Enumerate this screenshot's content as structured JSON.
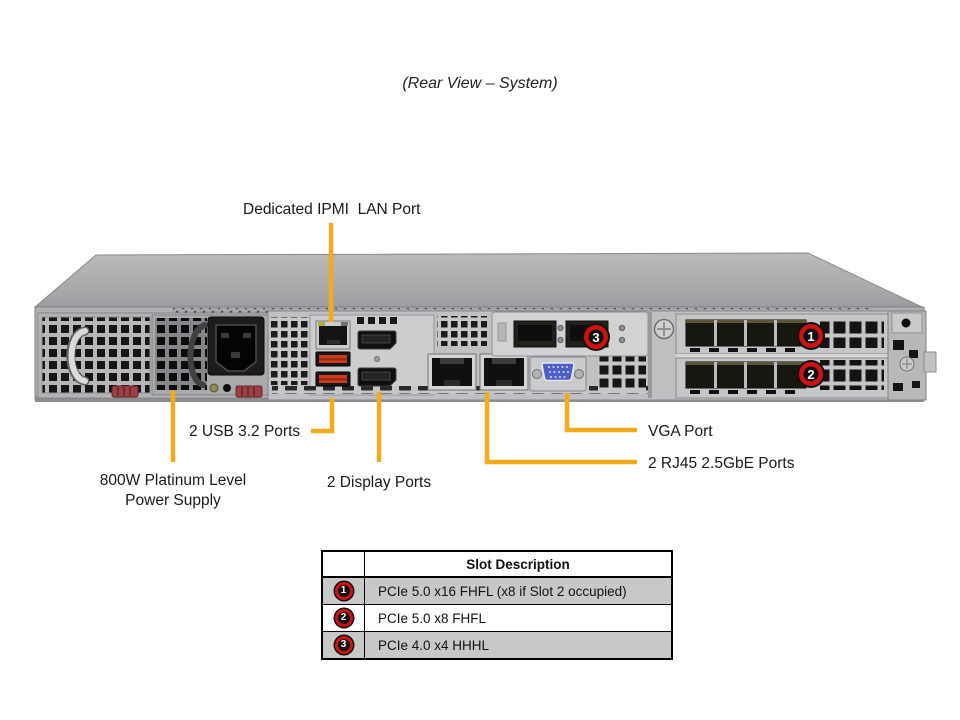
{
  "title": "(Rear View – System)",
  "labels": {
    "ipmi": "Dedicated IPMI  LAN Port",
    "usb": "2 USB 3.2 Ports",
    "psu_line1": "800W Platinum Level",
    "psu_line2": "Power Supply",
    "display": "2 Display Ports",
    "vga": "VGA Port",
    "rj45": "2 RJ45 2.5GbE Ports"
  },
  "badges": {
    "slot1": "1",
    "slot2": "2",
    "slot3": "3"
  },
  "slot_table": {
    "header": "Slot Description",
    "rows": [
      {
        "badge": "1",
        "desc": "PCIe 5.0 x16 FHFL (x8 if Slot 2 occupied)"
      },
      {
        "badge": "2",
        "desc": "PCIe 5.0 x8 FHFL"
      },
      {
        "badge": "3",
        "desc": "PCIe 4.0 x4 HHHL"
      }
    ]
  },
  "colors": {
    "callout_line": "#F4AB1A",
    "badge_ring": "#CE1212",
    "badge_disc": "#111111",
    "usb_port": "#CB3D1E",
    "vga_port": "#4D5EC6",
    "table_shade": "#C8C8C8",
    "chassis_gray": "#AEB0B2"
  }
}
